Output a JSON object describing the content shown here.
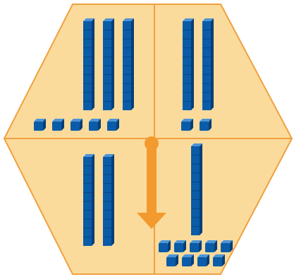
{
  "colors": {
    "hexagon_fill": "#FBDB9B",
    "hexagon_stroke": "#F0A040",
    "divider": "#F0A040",
    "block_front": "#0A5CA8",
    "block_top": "#4D95D8",
    "block_side": "#073E78",
    "arrow": "#F39A2E"
  },
  "quadrants": [
    {
      "position": "top-left",
      "rods": 3,
      "unit_cubes": 5
    },
    {
      "position": "top-right",
      "rods": 2,
      "unit_cubes": 2
    },
    {
      "position": "bottom-left",
      "rods": 2,
      "unit_cubes": 0
    },
    {
      "position": "bottom-right",
      "rods": 1,
      "unit_cubes": 9
    }
  ],
  "arrow": {
    "direction": "down",
    "from": "top-right",
    "to": "bottom-right"
  }
}
